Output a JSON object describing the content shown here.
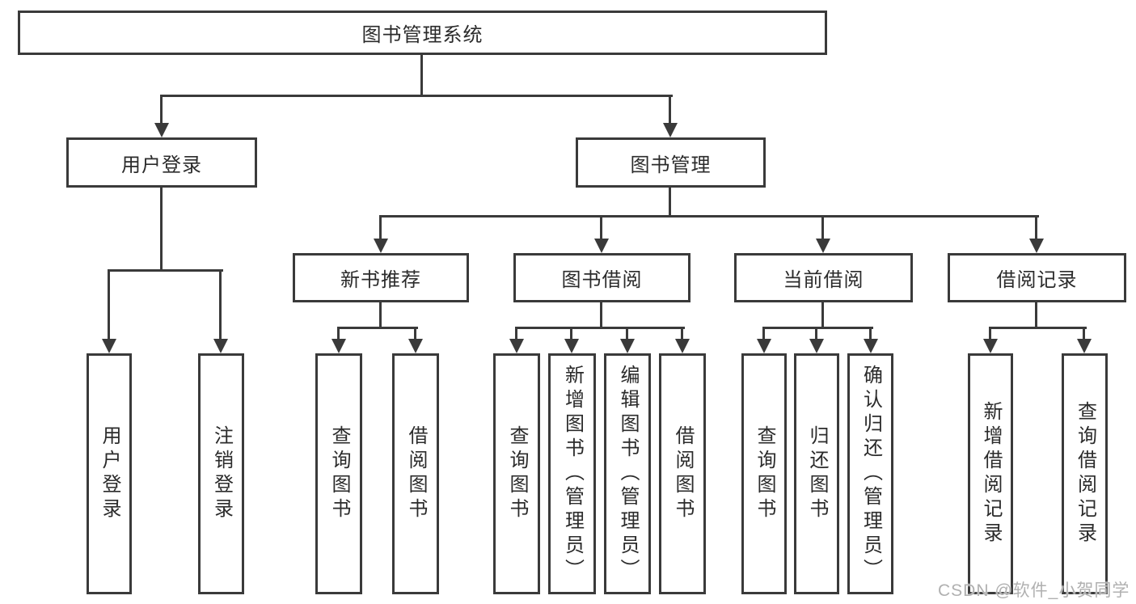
{
  "diagram_type": "hierarchy-tree",
  "colors": {
    "line": "#3a3a3a",
    "text": "#2b2b2b",
    "background": "#ffffff",
    "watermark": "#b0b0b0"
  },
  "nodes": {
    "root": {
      "label": "图书管理系统"
    },
    "user_login": {
      "label": "用户登录"
    },
    "book_mgmt": {
      "label": "图书管理"
    },
    "new_book": {
      "label": "新书推荐"
    },
    "book_borrow": {
      "label": "图书借阅"
    },
    "current": {
      "label": "当前借阅"
    },
    "record": {
      "label": "借阅记录"
    },
    "ul_login": {
      "label": "用户登录"
    },
    "ul_logout": {
      "label": "注销登录"
    },
    "nb_query": {
      "label": "查询图书"
    },
    "nb_borrow": {
      "label": "借阅图书"
    },
    "bb_query": {
      "label": "查询图书"
    },
    "bb_add": {
      "label": "新增图书（管理员）"
    },
    "bb_edit": {
      "label": "编辑图书（管理员）"
    },
    "bb_borrow": {
      "label": "借阅图书"
    },
    "cb_query": {
      "label": "查询图书"
    },
    "cb_return": {
      "label": "归还图书"
    },
    "cb_confirm": {
      "label": "确认归还（管理员）"
    },
    "br_add": {
      "label": "新增借阅记录"
    },
    "br_query": {
      "label": "查询借阅记录"
    }
  },
  "hierarchy": {
    "图书管理系统": {
      "用户登录": [
        "用户登录",
        "注销登录"
      ],
      "图书管理": {
        "新书推荐": [
          "查询图书",
          "借阅图书"
        ],
        "图书借阅": [
          "查询图书",
          "新增图书（管理员）",
          "编辑图书（管理员）",
          "借阅图书"
        ],
        "当前借阅": [
          "查询图书",
          "归还图书",
          "确认归还（管理员）"
        ],
        "借阅记录": [
          "新增借阅记录",
          "查询借阅记录"
        ]
      }
    }
  },
  "watermark": {
    "text": "CSDN @软件_小贺同学"
  }
}
